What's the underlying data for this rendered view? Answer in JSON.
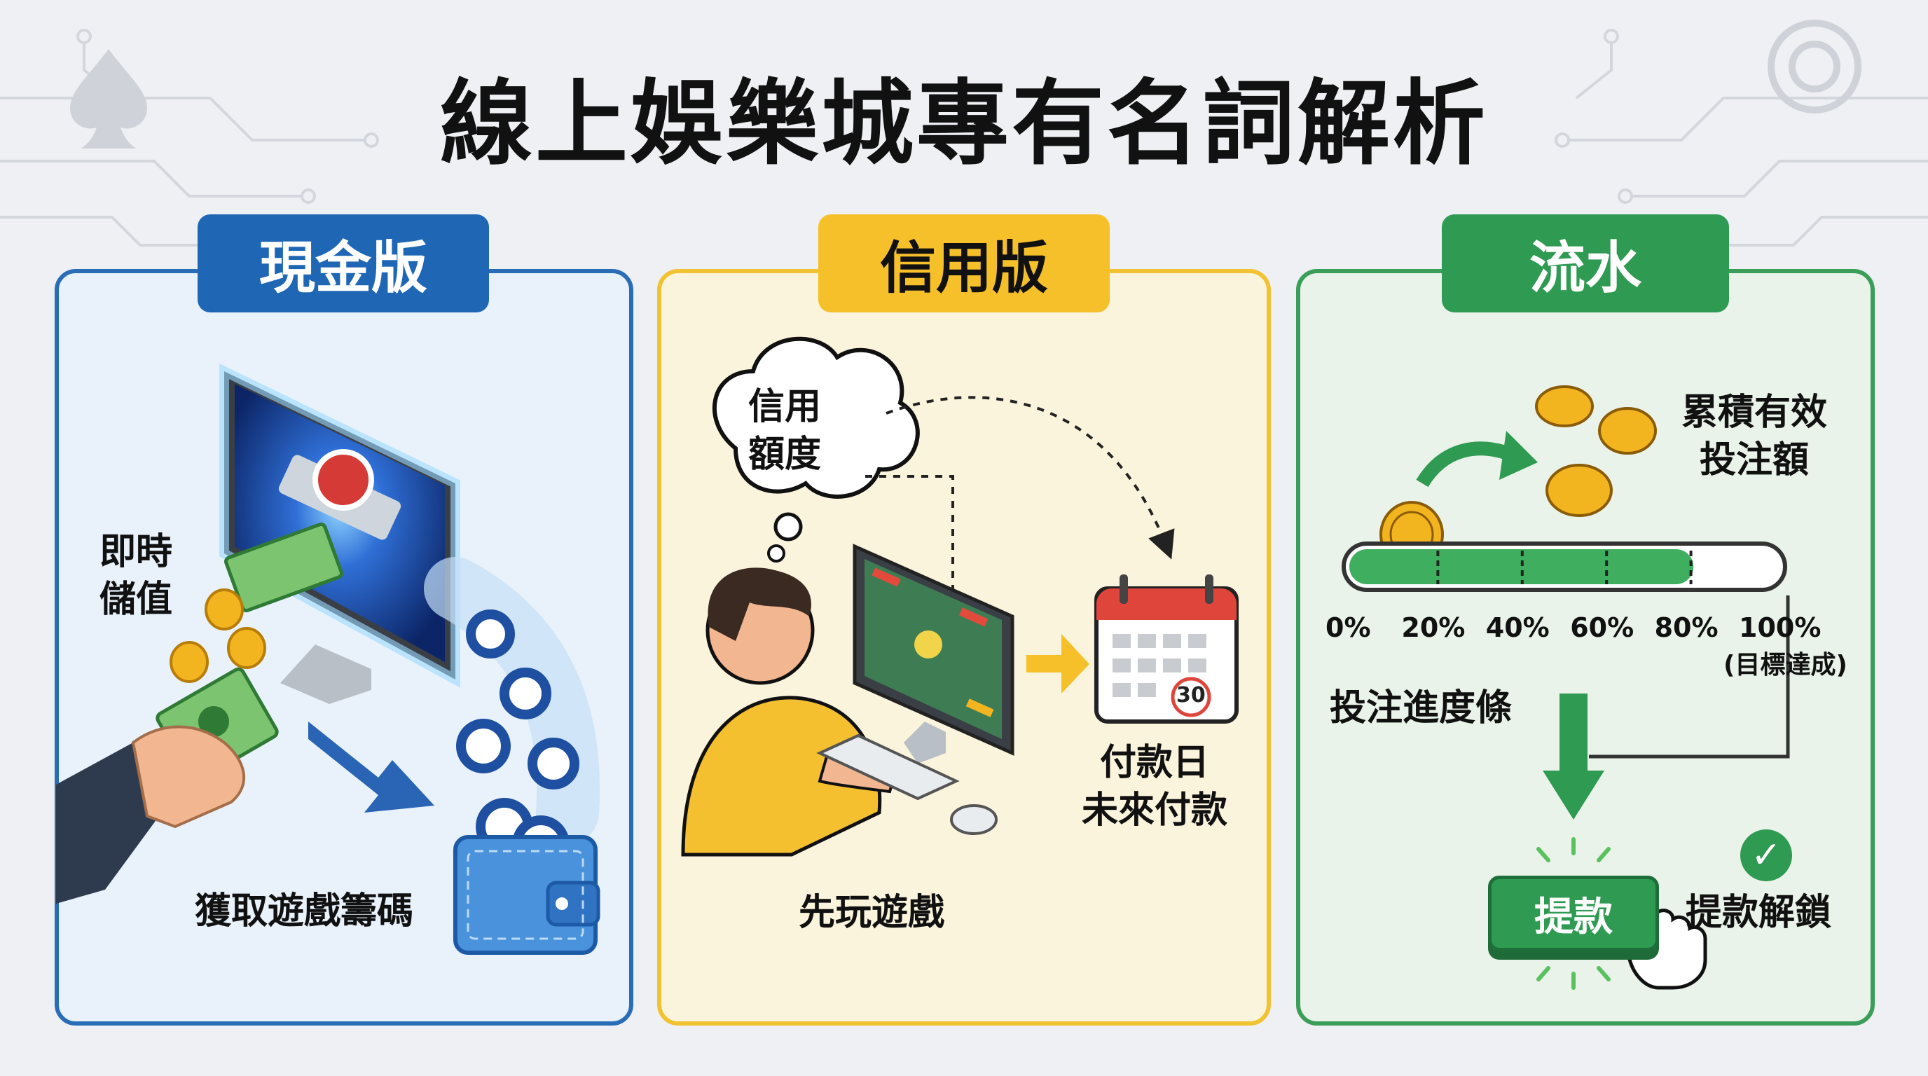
{
  "title": "線上娛樂城專有名詞解析",
  "panels": {
    "cash": {
      "tab": "現金版",
      "deposit_label": "即時\n儲值",
      "chips_label": "獲取遊戲籌碼"
    },
    "credit": {
      "tab": "信用版",
      "bubble_label": "信用\n額度",
      "calendar_day": "30",
      "due_label": "付款日\n未來付款",
      "play_label": "先玩遊戲"
    },
    "flow": {
      "tab": "流水",
      "coins_label": "累積有效\n投注額",
      "progress": {
        "fill_percent": 80,
        "ticks": [
          "0%",
          "20%",
          "40%",
          "60%",
          "80%",
          "100%"
        ],
        "goal_note": "(目標達成)"
      },
      "bar_label": "投注進度條",
      "withdraw_button": "提款",
      "unlock_label": "提款解鎖"
    }
  },
  "colors": {
    "cash": "#2a6db7",
    "credit": "#f1c232",
    "flow": "#3a9e58"
  },
  "icons": [
    "spade-icon",
    "poker-chip-icon",
    "monitor-icon",
    "cash-icon",
    "coin-icon",
    "wallet-icon",
    "hand-icon",
    "thought-bubble-icon",
    "player-icon",
    "calendar-icon",
    "progress-bar-icon",
    "check-icon",
    "pointer-hand-icon"
  ]
}
